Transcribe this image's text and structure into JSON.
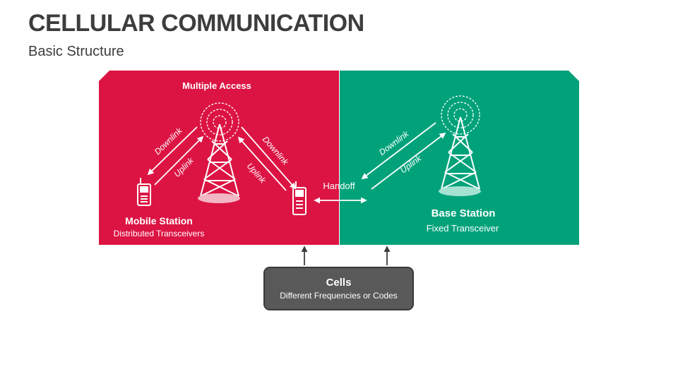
{
  "header": {
    "title": "CELLULAR COMMUNICATION",
    "subtitle": "Basic Structure"
  },
  "colors": {
    "mobile_panel": "#DC1443",
    "base_panel": "#01A27A",
    "cells_box": "#595959",
    "text_dark": "#3D3D3D"
  },
  "left_panel": {
    "heading": "Multiple Access",
    "station_title": "Mobile Station",
    "station_subtitle": "Distributed Transceivers",
    "link_left_downlink": "Downlink",
    "link_left_uplink": "Uplink",
    "link_right_downlink": "Downlink",
    "link_right_uplink": "Uplink"
  },
  "right_panel": {
    "station_title": "Base Station",
    "station_subtitle": "Fixed Transceiver",
    "link_downlink": "Downlink",
    "link_uplink": "Uplink"
  },
  "handoff_label": "Handoff",
  "cells": {
    "title": "Cells",
    "subtitle": "Different Frequencies or Codes"
  },
  "icons": [
    "cell-tower-icon",
    "radio-waves-icon",
    "walkie-talkie-icon"
  ]
}
